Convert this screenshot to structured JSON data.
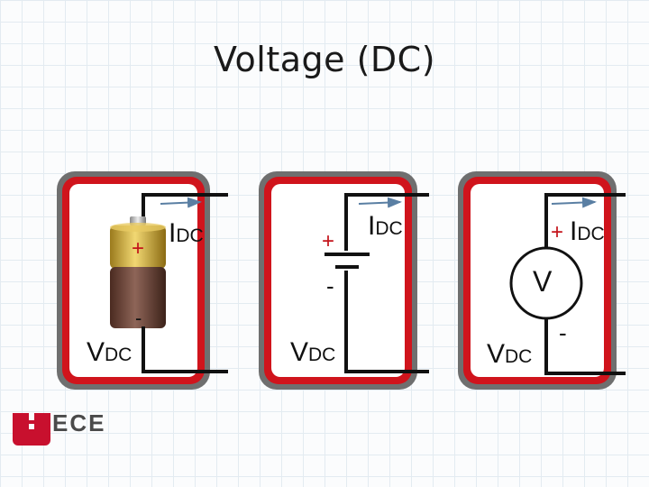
{
  "slide": {
    "title": "Voltage (DC)"
  },
  "logo": {
    "text": "ECE",
    "u_color": "#c8102e"
  },
  "colors": {
    "frame_red": "#d0141c",
    "frame_gray": "#6f6f6f",
    "wire": "#111111",
    "arrow": "#5a7fa3"
  },
  "panels": [
    {
      "current": {
        "main": "I",
        "sub": "DC"
      },
      "voltage": {
        "main": "V",
        "sub": "DC"
      },
      "plus": "+",
      "minus": "-",
      "source_icon": "battery-icon"
    },
    {
      "current": {
        "main": "I",
        "sub": "DC"
      },
      "voltage": {
        "main": "V",
        "sub": "DC"
      },
      "plus": "+",
      "minus": "-",
      "source_icon": "battery-symbol-icon"
    },
    {
      "current": {
        "main": "I",
        "sub": "DC"
      },
      "voltage": {
        "main": "V",
        "sub": "DC"
      },
      "plus": "+",
      "minus": "-",
      "meter_label": "V",
      "source_icon": "dc-source-circle-icon"
    }
  ]
}
